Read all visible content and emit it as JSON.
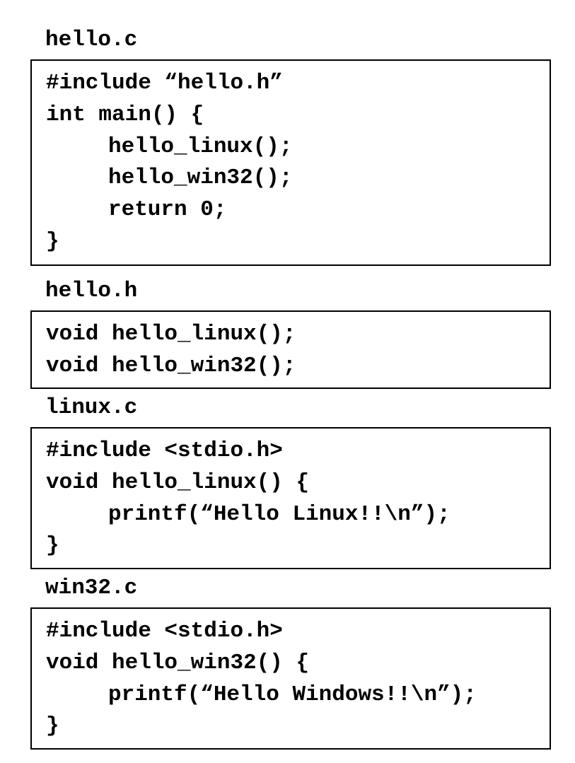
{
  "files": [
    {
      "name": "hello.c",
      "lines": [
        "#include “hello.h”",
        "int main() {",
        "hello_linux();",
        "hello_win32();",
        "return 0;",
        "}"
      ]
    },
    {
      "name": "hello.h",
      "lines": [
        "void hello_linux();",
        "void hello_win32();"
      ]
    },
    {
      "name": "linux.c",
      "lines": [
        "#include <stdio.h>",
        "void hello_linux() {",
        "printf(“Hello Linux!!\\n”);",
        "}"
      ]
    },
    {
      "name": "win32.c",
      "lines": [
        "#include <stdio.h>",
        "void hello_win32() {",
        "printf(“Hello Windows!!\\n”);",
        "}"
      ]
    }
  ]
}
